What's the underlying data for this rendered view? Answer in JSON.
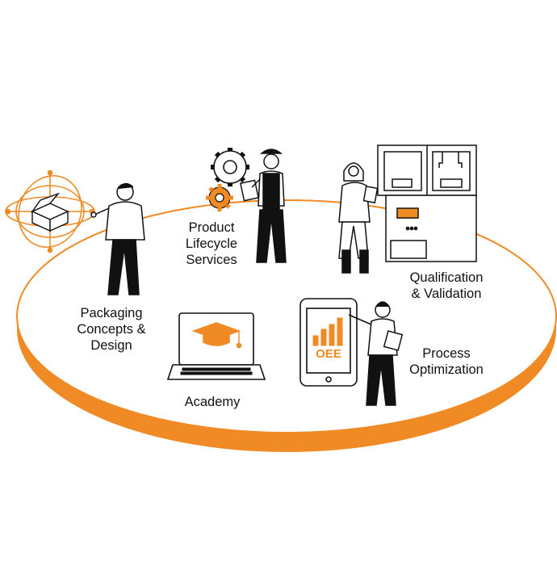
{
  "colors": {
    "accent": "#F08A24",
    "ink": "#111111",
    "background": "#FFFFFF"
  },
  "services": [
    {
      "id": "product-lifecycle-services",
      "lines": [
        "Product",
        "Lifecycle",
        "Services"
      ],
      "icon": "worker-with-gears-icon"
    },
    {
      "id": "packaging-concepts-design",
      "lines": [
        "Packaging",
        "Concepts &",
        "Design"
      ],
      "icon": "designer-with-box-hologram-icon"
    },
    {
      "id": "qualification-validation",
      "lines": [
        "Qualification",
        "& Validation"
      ],
      "icon": "cleanroom-technician-with-machine-icon"
    },
    {
      "id": "process-optimization",
      "lines": [
        "Process",
        "Optimization"
      ],
      "icon": "presenter-with-oee-tablet-icon"
    },
    {
      "id": "academy",
      "lines": [
        "Academy"
      ],
      "icon": "laptop-with-graduation-cap-icon"
    }
  ],
  "oee_screen_text": "OEE"
}
